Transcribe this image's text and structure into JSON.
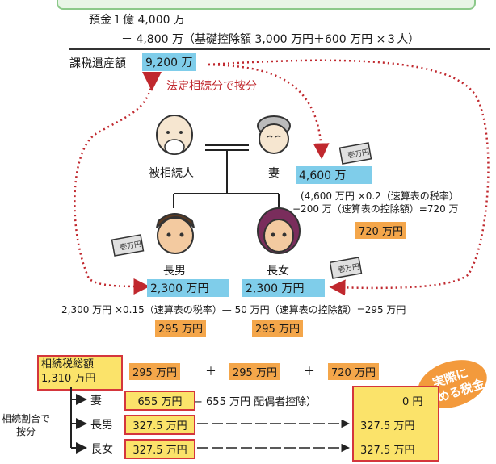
{
  "top": {
    "line1": "預金１億 4,000 万",
    "line2": "－ 4,800 万（基礎控除額 3,000 万円＋600 万円 ×３人）",
    "taxable_label": "課税遺産額",
    "taxable_value": "9,200 万",
    "split_label": "法定相続分で按分"
  },
  "people": {
    "deceased": "被相続人",
    "wife": "妻",
    "son": "長男",
    "daughter": "長女"
  },
  "wife_calc": {
    "share": "4,600 万",
    "line1": "(4,600 万円 ×0.2（速算表の税率）",
    "line2": "−200 万（速算表の控除額）=720 万",
    "tax": "720 万円"
  },
  "children": {
    "son_share": "2,300 万円",
    "daughter_share": "2,300 万円",
    "formula": "2,300 万円 ×0.15（速算表の税率）— 50 万円（速算表の控除額）=295 万円",
    "son_tax": "295 万円",
    "daughter_tax": "295 万円"
  },
  "money_label": "壱万円",
  "total": {
    "label_line1": "相続税総額",
    "label_line2": "1,310 万円",
    "term1": "295 万円",
    "plus1": "＋",
    "term2": "295 万円",
    "plus2": "＋",
    "term3": "720 万円"
  },
  "badge": {
    "line1": "実際に",
    "line2": "収める税金"
  },
  "split": {
    "label_line1": "相続割合で",
    "label_line2": "按分",
    "rows": [
      {
        "name": "妻",
        "amount": "655 万円",
        "note": "− 655 万円 配偶者控除）",
        "final": "0 円"
      },
      {
        "name": "長男",
        "amount": "327.5 万円",
        "note": "",
        "final": "327.5 万円"
      },
      {
        "name": "長女",
        "amount": "327.5 万円",
        "note": "",
        "final": "327.5 万円"
      }
    ]
  },
  "colors": {
    "blue": "#7fcdea",
    "orange": "#f4a64a",
    "yellow": "#fbe36a",
    "red": "#d4363c",
    "dotted": "#c0282e"
  }
}
